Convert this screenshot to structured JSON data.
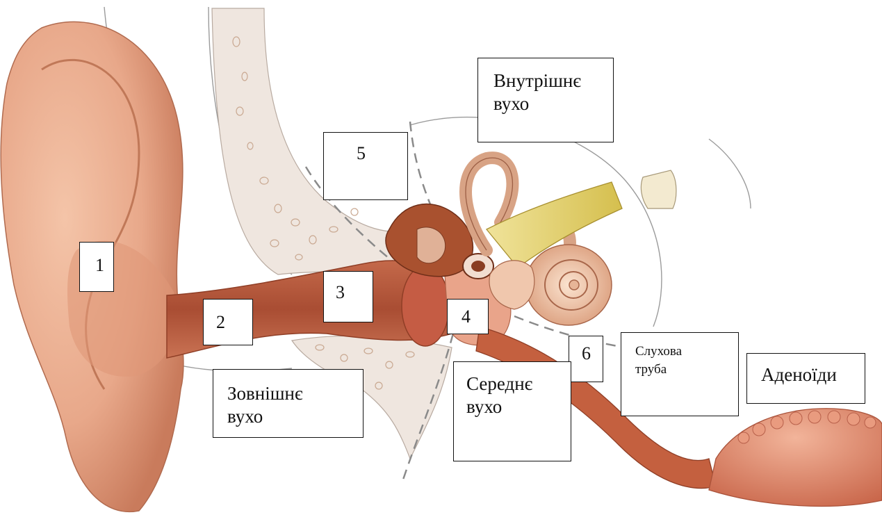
{
  "diagram": {
    "number_labels": {
      "n1": "1",
      "n2": "2",
      "n3": "3",
      "n4": "4",
      "n5": "5",
      "n6": "6"
    },
    "region_labels": {
      "inner_ear": [
        "Внутрішнє",
        "вухо"
      ],
      "outer_ear": [
        "Зовнішнє",
        "вухо"
      ],
      "middle_ear": [
        "Середнє",
        "вухо"
      ],
      "eustachian_tube": [
        "Слухова",
        "труба"
      ],
      "adenoids": [
        "Аденоїди"
      ]
    }
  },
  "colors": {
    "skin": "#e8a88a",
    "canal": "#b8583a",
    "bone": "#efe6df",
    "ossicles": "#9c4a2c",
    "cochlea": "#f1c8ac",
    "nerve": "#e6d36a",
    "adenoid": "#d98066"
  }
}
